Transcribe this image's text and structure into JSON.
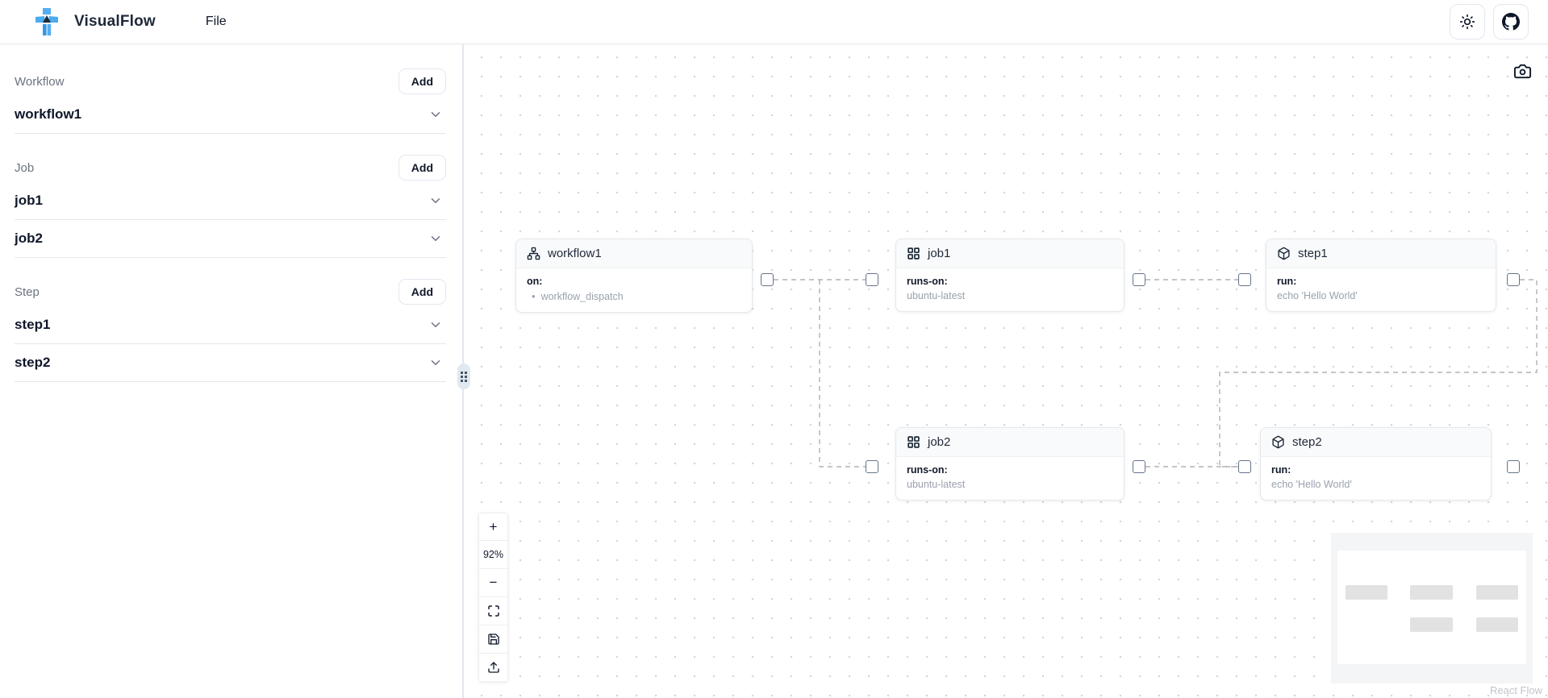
{
  "header": {
    "app_name": "VisualFlow",
    "menu_file": "File"
  },
  "sidebar": {
    "sections": [
      {
        "label": "Workflow",
        "add_label": "Add",
        "items": [
          {
            "label": "workflow1"
          }
        ]
      },
      {
        "label": "Job",
        "add_label": "Add",
        "items": [
          {
            "label": "job1"
          },
          {
            "label": "job2"
          }
        ]
      },
      {
        "label": "Step",
        "add_label": "Add",
        "items": [
          {
            "label": "step1"
          },
          {
            "label": "step2"
          }
        ]
      }
    ]
  },
  "canvas": {
    "nodes": [
      {
        "id": "workflow1",
        "type": "workflow",
        "title": "workflow1",
        "field_label": "on:",
        "bullet": "•",
        "field_value": "workflow_dispatch"
      },
      {
        "id": "job1",
        "type": "job",
        "title": "job1",
        "field_label": "runs-on:",
        "field_value": "ubuntu-latest"
      },
      {
        "id": "step1",
        "type": "step",
        "title": "step1",
        "field_label": "run:",
        "field_value": "echo 'Hello World'"
      },
      {
        "id": "job2",
        "type": "job",
        "title": "job2",
        "field_label": "runs-on:",
        "field_value": "ubuntu-latest"
      },
      {
        "id": "step2",
        "type": "step",
        "title": "step2",
        "field_label": "run:",
        "field_value": "echo 'Hello World'"
      }
    ],
    "edges": [
      {
        "from": "workflow1",
        "to": "job1"
      },
      {
        "from": "workflow1",
        "to": "job2"
      },
      {
        "from": "job1",
        "to": "step1"
      },
      {
        "from": "job2",
        "to": "step2"
      },
      {
        "from": "step1",
        "to": "step2"
      }
    ],
    "controls": {
      "zoom_in": "+",
      "zoom_level": "92%",
      "zoom_out": "−"
    },
    "attribution": "React Flow"
  },
  "colors": {
    "accent_blue": "#3ba5ea",
    "edge_gray": "#b1b1b7",
    "node_header_bg": "#f9fafb",
    "node_border": "#e5e7eb",
    "muted_text": "#99a1af",
    "section_label": "#6b7280",
    "dark_text": "#1e2939"
  }
}
